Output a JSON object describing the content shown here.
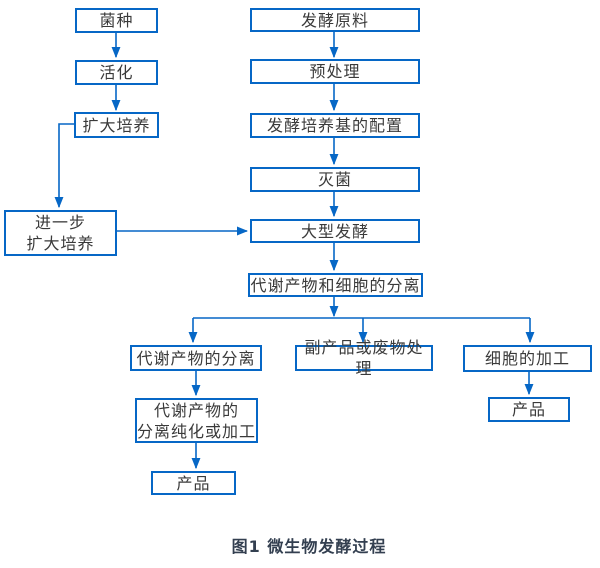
{
  "colors": {
    "accent": "#0667C6",
    "text": "#3A3A3A",
    "caption": "#333F50",
    "background": "#FFFFFF"
  },
  "caption": {
    "text": "图1 微生物发酵过程"
  },
  "nodes": {
    "seed": {
      "label": "菌种"
    },
    "activation": {
      "label": "活化"
    },
    "expand_culture": {
      "label": "扩大培养"
    },
    "further_expand_culture": {
      "label": "进一步\n扩大培养"
    },
    "raw_material": {
      "label": "发酵原料"
    },
    "pretreatment": {
      "label": "预处理"
    },
    "medium_prep": {
      "label": "发酵培养基的配置"
    },
    "sterilization": {
      "label": "灭菌"
    },
    "large_fermentation": {
      "label": "大型发酵"
    },
    "separation": {
      "label": "代谢产物和细胞的分离"
    },
    "metabolite_separation": {
      "label": "代谢产物的分离"
    },
    "byproduct_waste": {
      "label": "副产品或废物处理"
    },
    "cell_processing": {
      "label": "细胞的加工"
    },
    "purification": {
      "label": "代谢产物的\n分离纯化或加工"
    },
    "product_left": {
      "label": "产品"
    },
    "product_right": {
      "label": "产品"
    }
  },
  "edges": [
    {
      "from": "seed",
      "to": "activation"
    },
    {
      "from": "activation",
      "to": "expand_culture"
    },
    {
      "from": "expand_culture",
      "to": "further_expand_culture"
    },
    {
      "from": "further_expand_culture",
      "to": "large_fermentation"
    },
    {
      "from": "raw_material",
      "to": "pretreatment"
    },
    {
      "from": "pretreatment",
      "to": "medium_prep"
    },
    {
      "from": "medium_prep",
      "to": "sterilization"
    },
    {
      "from": "sterilization",
      "to": "large_fermentation"
    },
    {
      "from": "large_fermentation",
      "to": "separation"
    },
    {
      "from": "separation",
      "to": "metabolite_separation"
    },
    {
      "from": "separation",
      "to": "byproduct_waste"
    },
    {
      "from": "separation",
      "to": "cell_processing"
    },
    {
      "from": "metabolite_separation",
      "to": "purification"
    },
    {
      "from": "purification",
      "to": "product_left"
    },
    {
      "from": "cell_processing",
      "to": "product_right"
    }
  ]
}
